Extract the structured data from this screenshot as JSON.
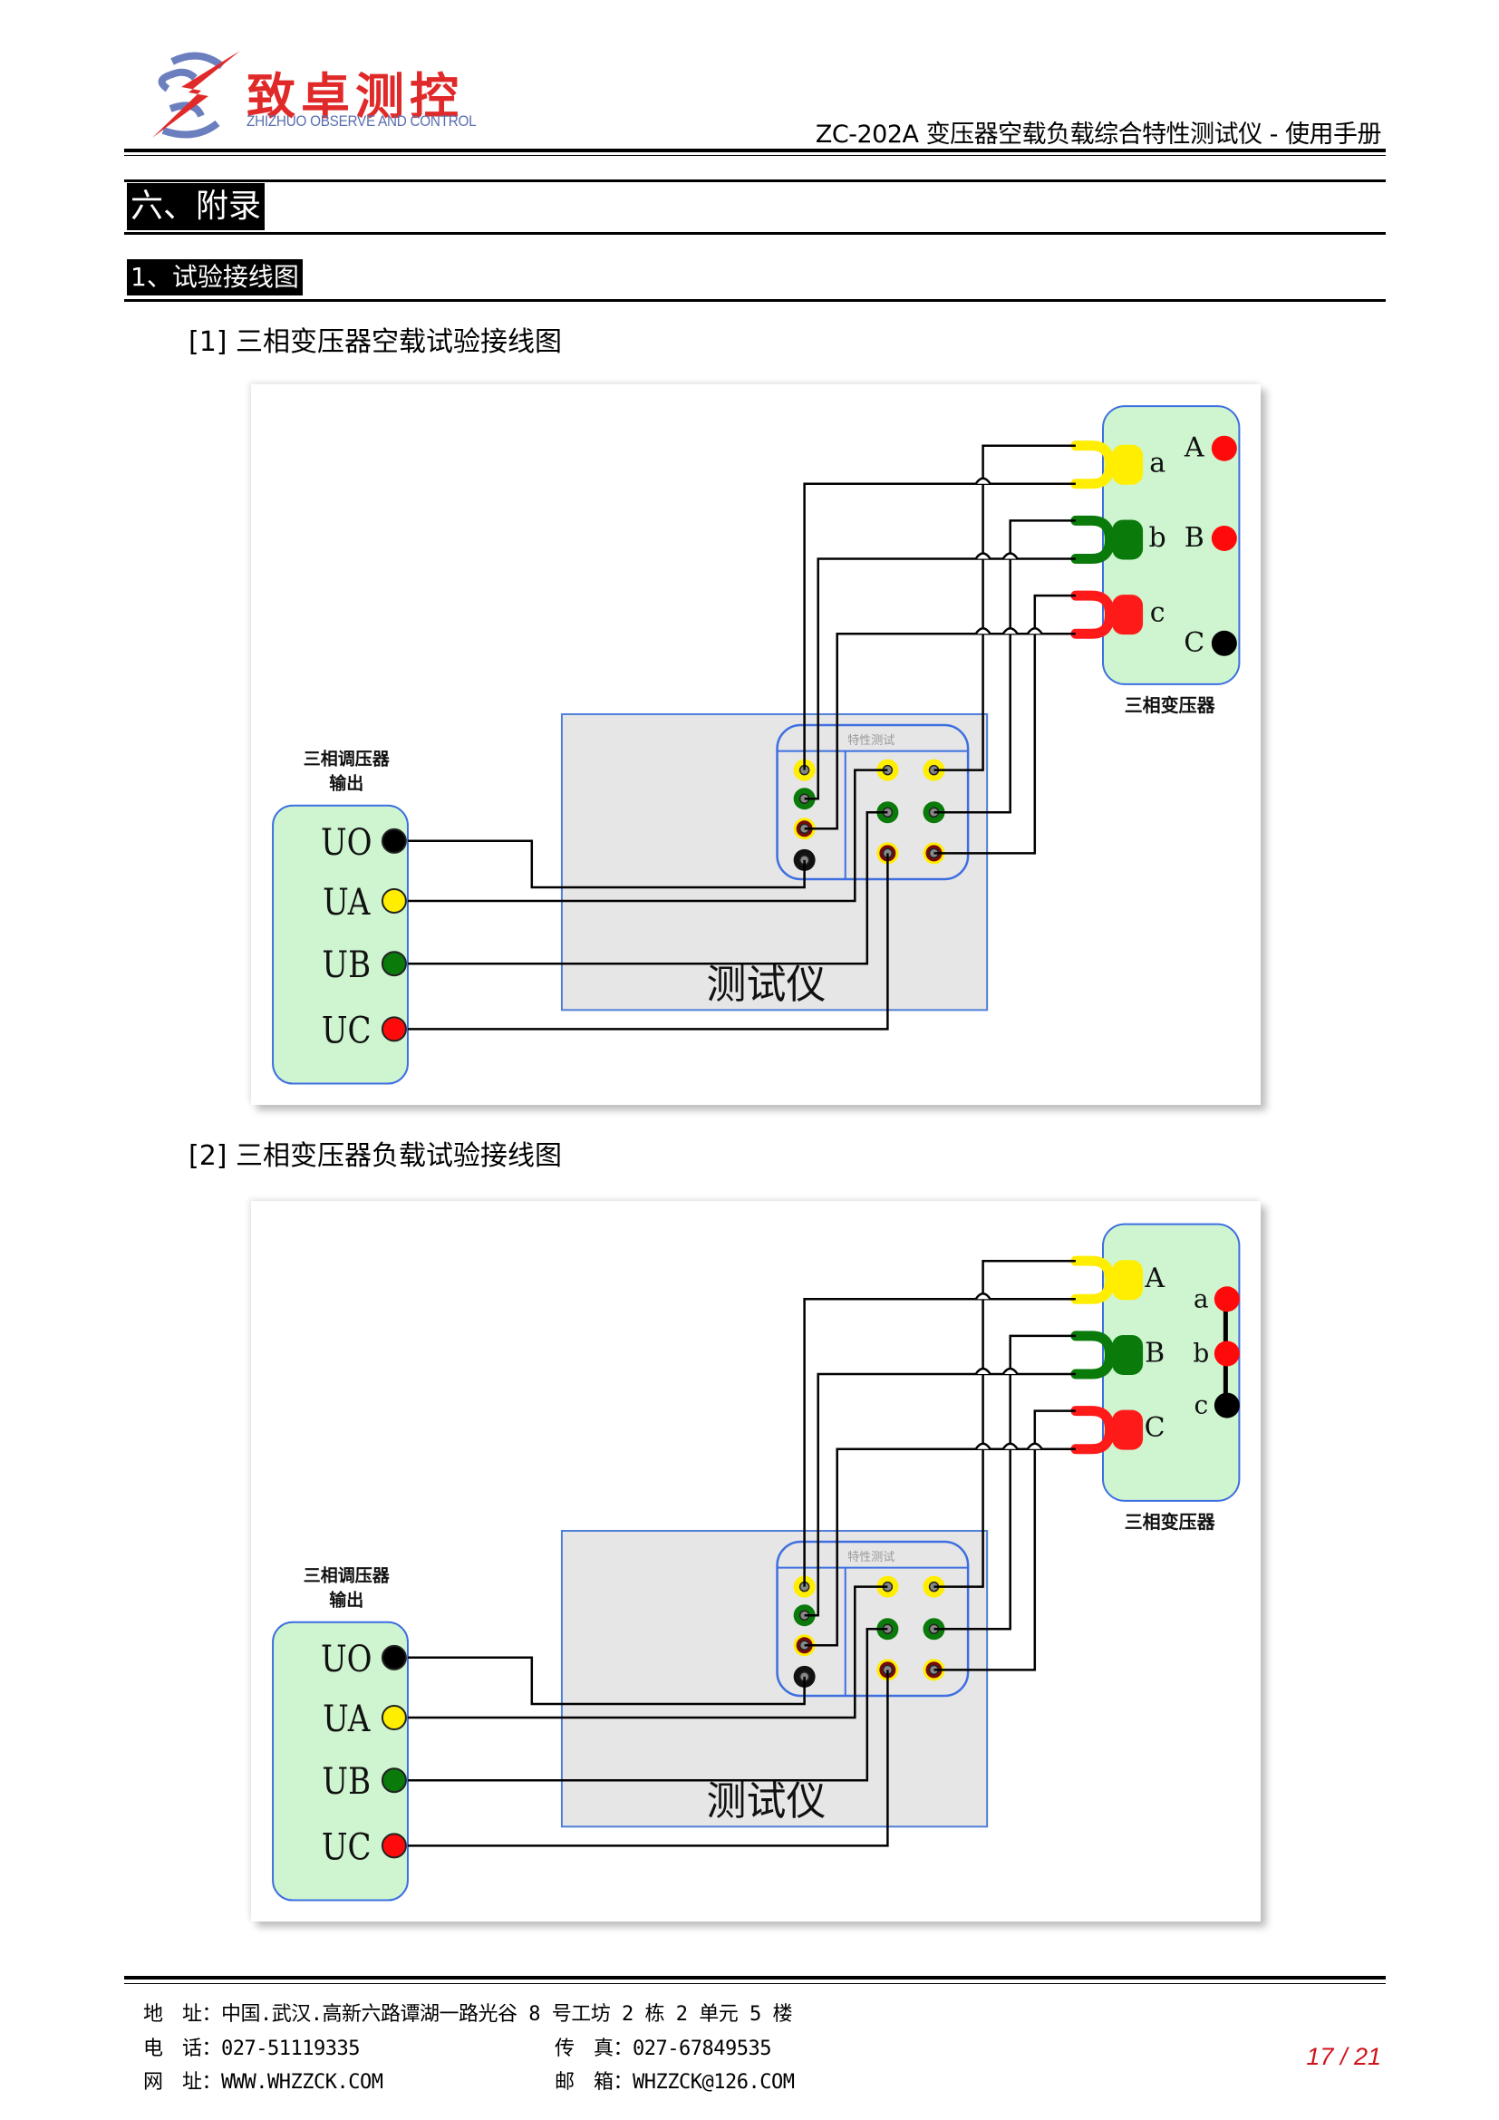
{
  "header": {
    "logo_cn": "致卓测控",
    "logo_en": "ZHIZHUO OBSERVE AND CONTROL",
    "doc_title": "ZC-202A 变压器空载负载综合特性测试仪 - 使用手册",
    "brand_red": "#e02a2a",
    "brand_blue": "#5a6fae"
  },
  "section": {
    "title": "六、附录",
    "subsection": "1、试验接线图"
  },
  "figures": [
    {
      "caption": "[1] 三相变压器空载试验接线图",
      "regulator_title_line1": "三相调压器",
      "regulator_title_line2": "输出",
      "regulator_terminals": [
        "UO",
        "UA",
        "UB",
        "UC"
      ],
      "tester_label": "测试仪",
      "tester_panel_label": "特性测试",
      "transformer_label": "三相变压器",
      "clip_labels": [
        "a",
        "b",
        "c"
      ],
      "hv_terminal_labels": [
        "A",
        "B",
        "C"
      ]
    },
    {
      "caption": "[2] 三相变压器负载试验接线图",
      "regulator_title_line1": "三相调压器",
      "regulator_title_line2": "输出",
      "regulator_terminals": [
        "UO",
        "UA",
        "UB",
        "UC"
      ],
      "tester_label": "测试仪",
      "tester_panel_label": "特性测试",
      "transformer_label": "三相变压器",
      "clip_labels": [
        "A",
        "B",
        "C"
      ],
      "lv_terminal_labels": [
        "a",
        "b",
        "c"
      ]
    }
  ],
  "footer": {
    "address_label": "地　址：",
    "address": "中国.武汉.高新六路谭湖一路光谷 8 号工坊 2 栋 2 单元 5 楼",
    "phone_label": "电　话：",
    "phone": "027-51119335",
    "fax_label": "传　真：",
    "fax": "027-67849535",
    "web_label": "网　址：",
    "web": "WWW.WHZZCK.COM",
    "email_label": "邮　箱：",
    "email": "WHZZCK@126.COM",
    "page_current": "17",
    "page_total": "21",
    "page_separator": " / "
  }
}
